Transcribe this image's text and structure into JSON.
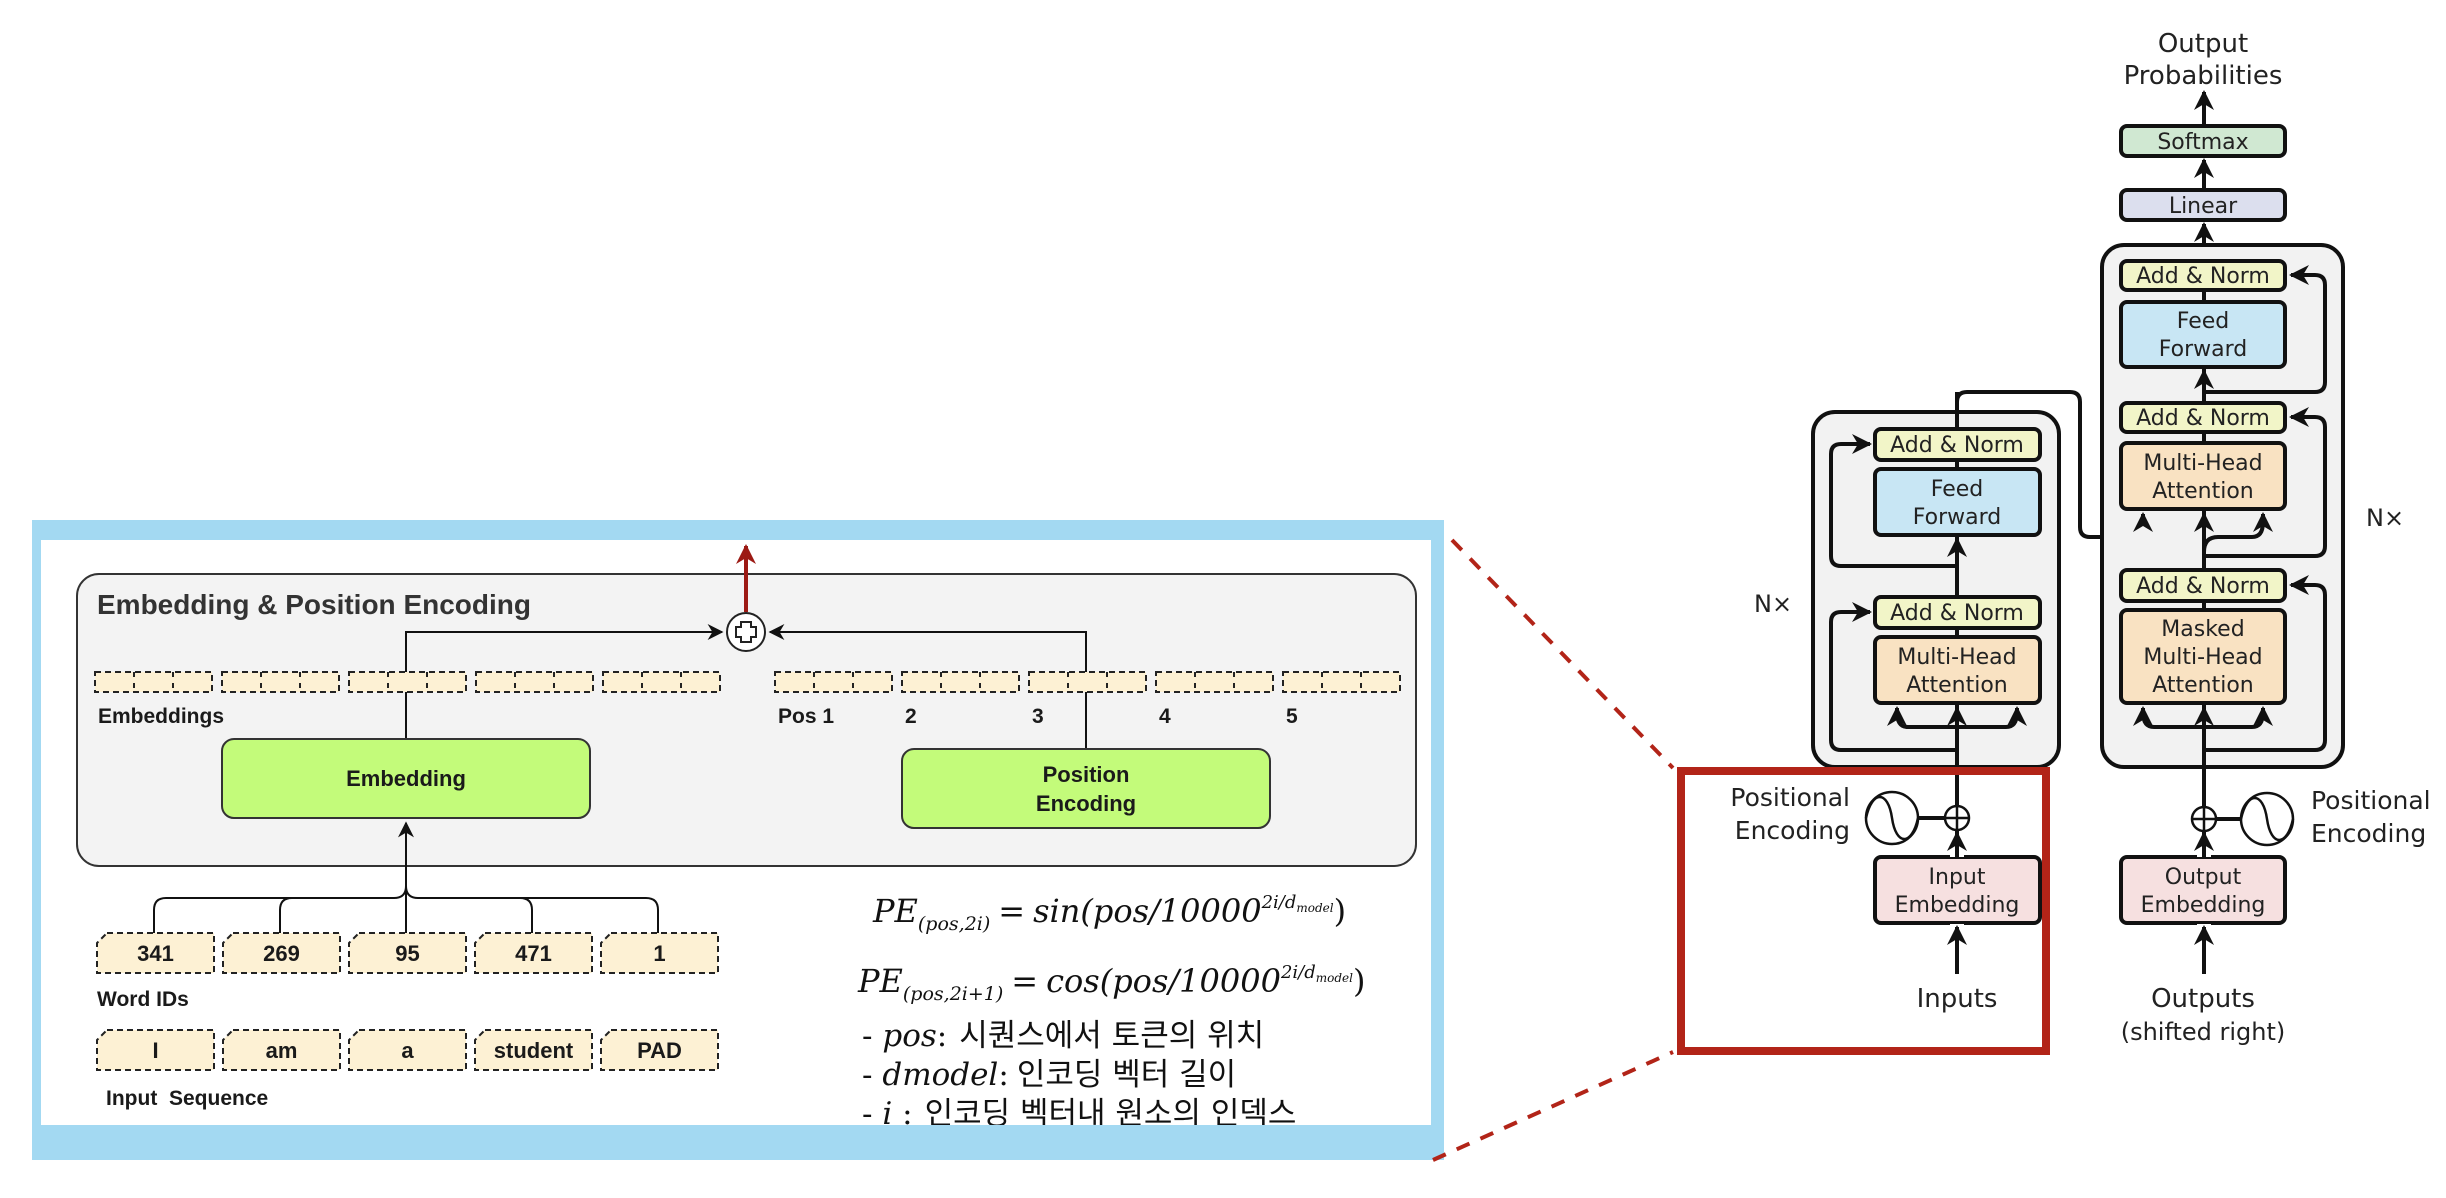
{
  "colors": {
    "frame_blue": "#a3d9f2",
    "highlight_red": "#b22418",
    "panel_gray": "#f3f3f3",
    "green_box": "#c3fb7a",
    "cell_fill": "#fdf1d4",
    "add_norm": "#f2f5c8",
    "feed_forward": "#c8e6f4",
    "attention": "#f9e2c2",
    "embedding_pink": "#f6e0e0",
    "softmax": "#d0e8d2",
    "linear": "#dcdfee",
    "output_arrow": "#9c1a14"
  },
  "left_panel": {
    "title": "Embedding & Position Encoding",
    "embeddings_label": "Embeddings",
    "embedding_block": "Embedding",
    "position_block": [
      "Position",
      "Encoding"
    ],
    "position_labels": [
      "Pos 1",
      "2",
      "3",
      "4",
      "5"
    ],
    "plus_icon": "plus-circle-icon",
    "word_ids_label": "Word IDs",
    "word_ids": [
      "341",
      "269",
      "95",
      "471",
      "1"
    ],
    "input_sequence_label": "Input  Sequence",
    "input_tokens": [
      "I",
      "am",
      "a",
      "student",
      "PAD"
    ],
    "formulas": {
      "sin": {
        "lhs": "PE",
        "sub": "(pos,2i)",
        "eq": "=",
        "fn": "sin(pos/10000",
        "sup": "2i/d",
        "supsub": "model",
        "close": ")"
      },
      "cos": {
        "lhs": "PE",
        "sub": "(pos,2i+1)",
        "eq": "=",
        "fn": "cos(pos/10000",
        "sup": "2i/d",
        "supsub": "model",
        "close": ")"
      }
    },
    "definitions": [
      {
        "term": "pos",
        "sep": ":",
        "desc": "시퀀스에서 토큰의 위치"
      },
      {
        "term": "dmodel",
        "sep": ":",
        "desc": "인코딩 벡터 길이"
      },
      {
        "term": "i",
        "sep": " :",
        "desc": "인코딩 벡터내 원소의 인덱스"
      }
    ]
  },
  "transformer": {
    "output_label": [
      "Output",
      "Probabilities"
    ],
    "softmax": "Softmax",
    "linear": "Linear",
    "encoder": {
      "repeat": "N×",
      "add_norm_top": "Add & Norm",
      "feed_forward": [
        "Feed",
        "Forward"
      ],
      "add_norm_bottom": "Add & Norm",
      "attention": [
        "Multi-Head",
        "Attention"
      ]
    },
    "decoder": {
      "repeat": "N×",
      "add_norm_top": "Add & Norm",
      "feed_forward": [
        "Feed",
        "Forward"
      ],
      "add_norm_mid": "Add & Norm",
      "attention": [
        "Multi-Head",
        "Attention"
      ],
      "add_norm_bottom": "Add & Norm",
      "masked_attention": [
        "Masked",
        "Multi-Head",
        "Attention"
      ]
    },
    "encoder_pos_enc": [
      "Positional",
      "Encoding"
    ],
    "decoder_pos_enc": [
      "Positional",
      "Encoding"
    ],
    "input_embedding": [
      "Input",
      "Embedding"
    ],
    "output_embedding": [
      "Output",
      "Embedding"
    ],
    "inputs": "Inputs",
    "outputs": [
      "Outputs",
      "(shifted right)"
    ],
    "sine_icon": "sine-wave-icon"
  }
}
